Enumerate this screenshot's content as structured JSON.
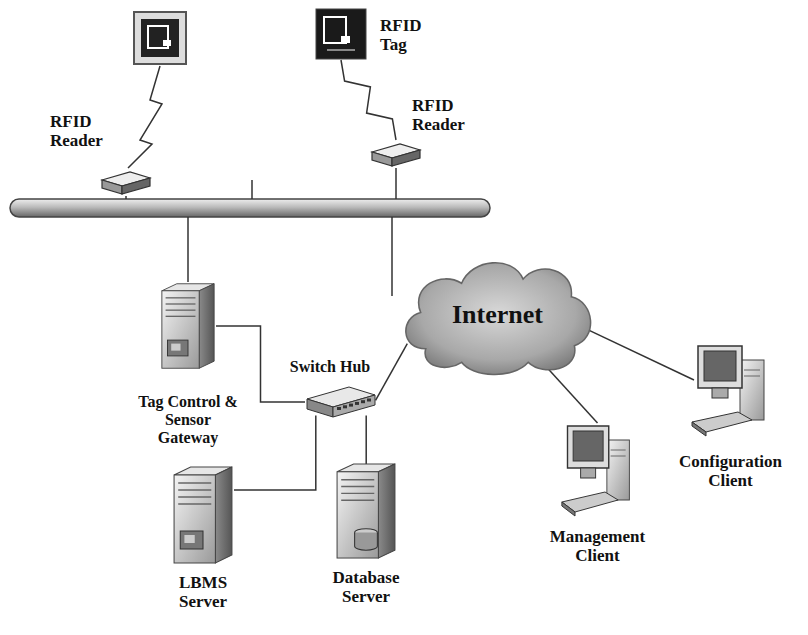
{
  "diagram": {
    "nodes": [
      {
        "text": [
          "RFID Tag"
        ]
      },
      {
        "text": [
          "RFID Reader"
        ]
      },
      {
        "text": [
          "RFID Reader"
        ]
      },
      {
        "text": [
          "Tag Control & Sensor Gateway"
        ]
      },
      {
        "text": [
          "Switch Hub"
        ]
      },
      {
        "text": [
          "Internet"
        ]
      },
      {
        "text": [
          "Configuration Client"
        ]
      },
      {
        "text": [
          "Management Client"
        ]
      },
      {
        "text": [
          "LBMS Server"
        ]
      },
      {
        "text": [
          "Database Server"
        ]
      }
    ],
    "edges": [
      {
        "from": 0,
        "to": 2,
        "arrow": "none"
      },
      {
        "from": 3,
        "to": 4,
        "arrow": "none"
      },
      {
        "from": 4,
        "to": 8,
        "arrow": "none"
      },
      {
        "from": 4,
        "to": 9,
        "arrow": "none"
      },
      {
        "from": 4,
        "to": 5,
        "arrow": "none"
      },
      {
        "from": 5,
        "to": 7,
        "arrow": "none"
      },
      {
        "from": 5,
        "to": 6,
        "arrow": "none"
      }
    ]
  }
}
